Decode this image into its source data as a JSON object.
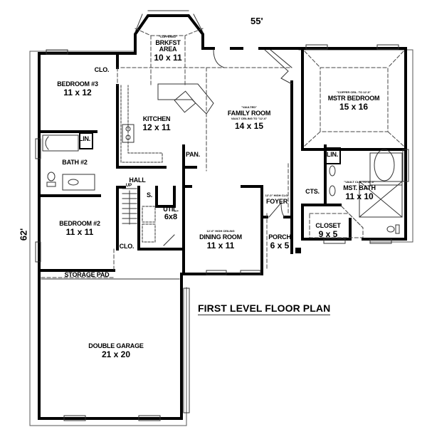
{
  "plan": {
    "title": "FIRST LEVEL FLOOR PLAN",
    "overall_width": "55'",
    "overall_depth": "62'"
  },
  "rooms": {
    "breakfast": {
      "note": "\"COFFERED\"",
      "name_line1": "BRKFST",
      "name_line2": "AREA",
      "dim": "10 x 11"
    },
    "family": {
      "note": "\"VAULTED\"",
      "name": "FAMILY ROOM",
      "subnote": "VAULT CEILING TO \"12'-6\"",
      "dim": "14 x 15"
    },
    "master_bedroom": {
      "note": "\"COFFER CEIL. TO 12'-0\"",
      "name": "MSTR BEDROOM",
      "dim": "15 x 16"
    },
    "bedroom3": {
      "name": "BEDROOM #3",
      "dim": "11 x 12"
    },
    "kitchen": {
      "name": "KITCHEN",
      "dim": "12 x 11"
    },
    "bath2": {
      "name": "BATH #2"
    },
    "bedroom2": {
      "name": "BEDROOM #2",
      "dim": "11 x 11"
    },
    "util": {
      "name": "UTIL.",
      "dim": "6x8"
    },
    "dining": {
      "note": "12'-0\" HIGH CEILING",
      "name": "DINING ROOM",
      "dim": "11 x 11"
    },
    "foyer": {
      "note": "12'-0\" HIGH CLG.",
      "name": "FOYER"
    },
    "porch": {
      "name": "PORCH",
      "dim": "6 x 5"
    },
    "closet": {
      "name": "CLOSET",
      "dim": "9 x 5"
    },
    "master_bath": {
      "note": "\"VAULT CLG. TO 11'-0\"",
      "name": "MST. BATH",
      "dim": "11 x 10"
    },
    "garage": {
      "name": "DOUBLE GARAGE",
      "dim": "21 x 20"
    },
    "storage": {
      "name": "STORAGE PAD"
    },
    "hall": {
      "name": "HALL",
      "stair": "UP"
    }
  },
  "labels": {
    "clo_bed3": "CLO.",
    "clo_bed2": "CLO.",
    "lin_bath2": "LIN.",
    "lin_mbath": "LIN.",
    "pan": "PAN.",
    "cts": "CTS.",
    "shelf": "S."
  }
}
